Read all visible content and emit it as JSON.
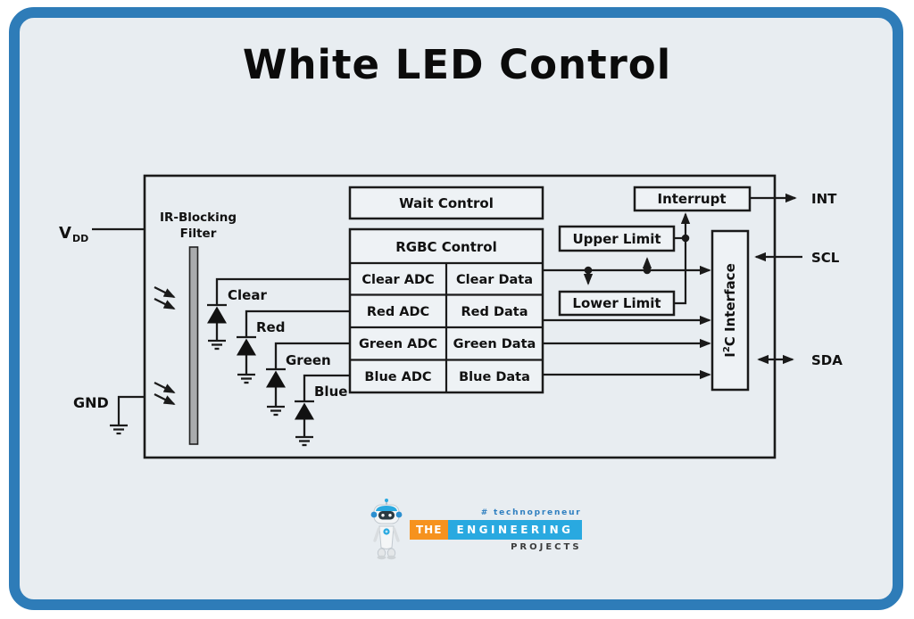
{
  "title": "White LED Control",
  "diagram": {
    "power": {
      "vdd_main": "V",
      "vdd_sub": "DD",
      "gnd": "GND"
    },
    "filter": {
      "label_line1": "IR-Blocking",
      "label_line2": "Filter"
    },
    "photodiodes": [
      {
        "label": "Clear"
      },
      {
        "label": "Red"
      },
      {
        "label": "Green"
      },
      {
        "label": "Blue"
      }
    ],
    "blocks": {
      "wait_control": "Wait Control",
      "rgbc_control": "RGBC Control",
      "adc_cells": [
        "Clear ADC",
        "Red ADC",
        "Green ADC",
        "Blue ADC"
      ],
      "data_cells": [
        "Clear Data",
        "Red Data",
        "Green Data",
        "Blue Data"
      ],
      "upper_limit": "Upper Limit",
      "lower_limit": "Lower Limit",
      "interrupt": "Interrupt",
      "i2c": {
        "pre": "I",
        "sup": "2",
        "post": "C Interface"
      }
    },
    "pins": {
      "int": "INT",
      "scl": "SCL",
      "sda": "SDA"
    }
  },
  "logo": {
    "tagline": "# technopreneur",
    "the": "THE",
    "engineering": "ENGINEERING",
    "projects": "PROJECTS"
  },
  "colors": {
    "frame_blue": "#2e7cb8",
    "background": "#e8edf1",
    "line_black": "#1a1a1a",
    "filter_gray": "#a9abad",
    "logo_orange": "#f6921e",
    "logo_blue": "#29a9e0",
    "tagline_blue": "#2f7fc0"
  }
}
